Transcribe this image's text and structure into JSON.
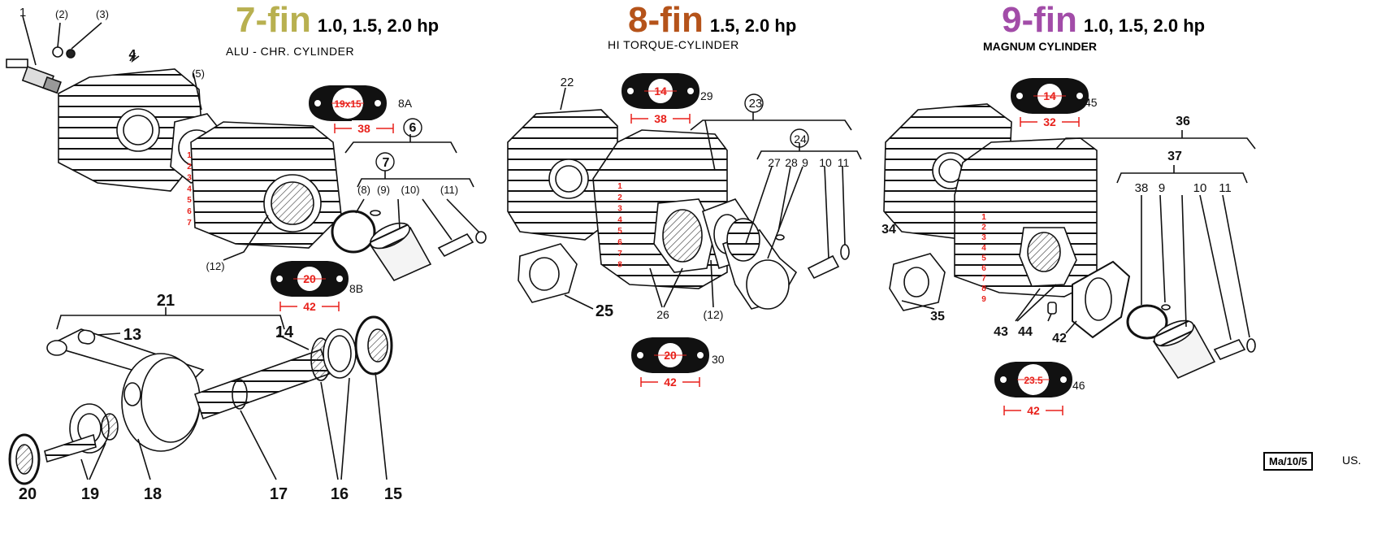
{
  "headers": [
    {
      "fin": "7-fin",
      "hp": "1.0, 1.5, 2.0 hp",
      "sub": "ALU - CHR. CYLINDER",
      "color": "#b8b050"
    },
    {
      "fin": "8-fin",
      "hp": "1.5, 2.0 hp",
      "sub": "HI TORQUE-CYLINDER",
      "color": "#b5531a"
    },
    {
      "fin": "9-fin",
      "hp": "1.0, 1.5, 2.0 hp",
      "sub": "MAGNUM CYLINDER",
      "color": "#a24ca8"
    }
  ],
  "gaskets": [
    {
      "id": "gasket-8a",
      "inner": "19x15",
      "width": "38",
      "label": "8A"
    },
    {
      "id": "gasket-8b",
      "inner": "20",
      "width": "42",
      "label": "8B"
    },
    {
      "id": "gasket-29",
      "inner": "14",
      "width": "38",
      "label": "29"
    },
    {
      "id": "gasket-30",
      "inner": "20",
      "width": "42",
      "label": "30"
    },
    {
      "id": "gasket-45",
      "inner": "14",
      "width": "32",
      "label": "45"
    },
    {
      "id": "gasket-46",
      "inner": "23.5",
      "width": "42",
      "label": "46"
    }
  ],
  "part_labels": [
    "1",
    "(2)",
    "(3)",
    "4",
    "(5)",
    "6",
    "7",
    "(8)",
    "(9)",
    "(10)",
    "(11)",
    "(12)",
    "13",
    "14",
    "15",
    "16",
    "17",
    "18",
    "19",
    "20",
    "21",
    "22",
    "23",
    "24",
    "25",
    "26",
    "27",
    "28",
    "9",
    "10",
    "11",
    "(12)",
    "34",
    "35",
    "36",
    "37",
    "38",
    "9",
    "10",
    "11",
    "42",
    "43",
    "44"
  ],
  "fin_counts": {
    "seven": [
      "1",
      "2",
      "3",
      "4",
      "5",
      "6",
      "7"
    ],
    "eight": [
      "1",
      "2",
      "3",
      "4",
      "5",
      "6",
      "7",
      "8"
    ],
    "nine": [
      "1",
      "2",
      "3",
      "4",
      "5",
      "6",
      "7",
      "8",
      "9"
    ]
  },
  "drawing_code": "Ma/10/5",
  "drawing_region": "US.",
  "colors": {
    "annotation": "#e8211b",
    "ink": "#1a1a1a"
  }
}
